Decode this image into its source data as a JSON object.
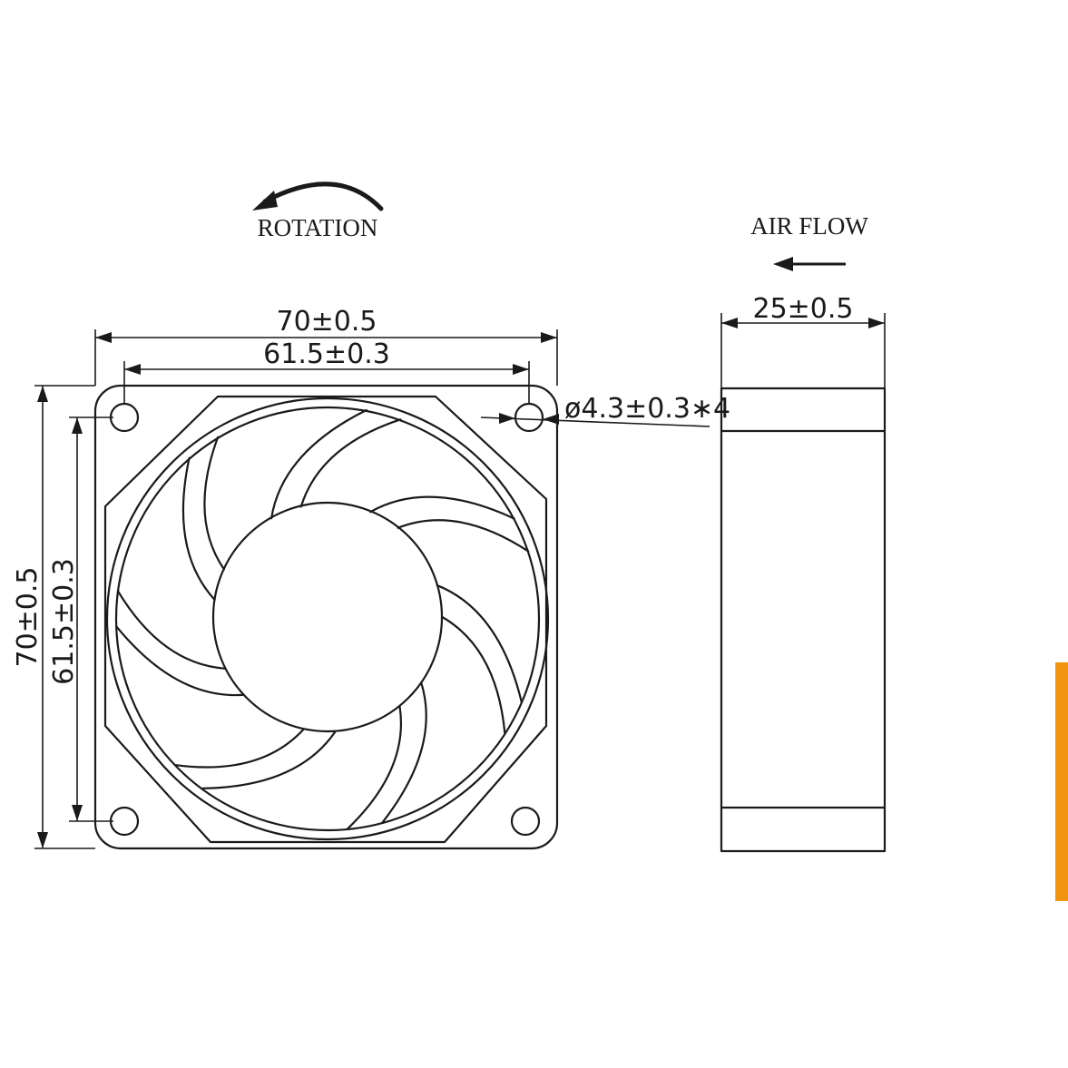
{
  "labels": {
    "rotation": "ROTATION",
    "air_flow": "AIR FLOW",
    "outer_width": "70±0.5",
    "hole_spacing_width": "61.5±0.3",
    "outer_height": "70±0.5",
    "hole_spacing_height": "61.5±0.3",
    "depth": "25±0.5",
    "hole_spec": "ø4.3±0.3∗4"
  },
  "colors": {
    "line": "#1a1a1a",
    "accent": "#f0940f",
    "background": "#ffffff"
  },
  "fan": {
    "blade_count": 7,
    "mounting_holes": 4
  }
}
